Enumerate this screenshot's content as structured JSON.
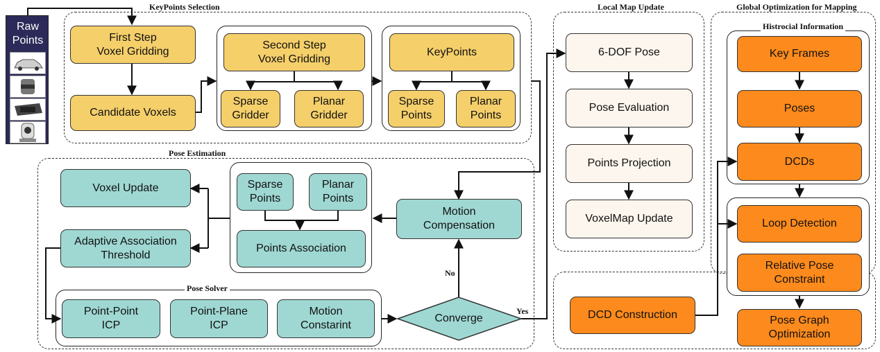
{
  "raw": {
    "label": "Raw\nPoints"
  },
  "sensors": [
    "car-sensor-icon",
    "lidar-sensor-icon",
    "solid-state-lidar-icon",
    "robot-sensor-icon"
  ],
  "sections": {
    "keypoints_selection": "KeyPoints Selection",
    "pose_estimation": "Pose Estimation",
    "pose_solver": "Pose Solver",
    "local_map_update": "Local Map Update",
    "global_optimization": "Global Optimization for Mapping",
    "historical_information": "Histrocial Information"
  },
  "nodes": {
    "first_step": "First Step\nVoxel Gridding",
    "candidate_voxels": "Candidate Voxels",
    "second_step": "Second Step\nVoxel Gridding",
    "sparse_gridder": "Sparse\nGridder",
    "planar_gridder": "Planar\nGridder",
    "keypoints": "KeyPoints",
    "sparse_points_top": "Sparse\nPoints",
    "planar_points_top": "Planar\nPoints",
    "voxel_update": "Voxel Update",
    "adaptive_threshold": "Adaptive Association\nThreshold",
    "sparse_points_mid": "Sparse\nPoints",
    "planar_points_mid": "Planar\nPoints",
    "points_association": "Points Association",
    "motion_compensation": "Motion\nCompensation",
    "point_point_icp": "Point-Point\nICP",
    "point_plane_icp": "Point-Plane\nICP",
    "motion_constraint": "Motion\nConstarint",
    "converge": "Converge",
    "six_dof_pose": "6-DOF Pose",
    "pose_evaluation": "Pose Evaluation",
    "points_projection": "Points Projection",
    "voxelmap_update": "VoxelMap Update",
    "key_frames": "Key Frames",
    "poses": "Poses",
    "dcds": "DCDs",
    "loop_detection": "Loop Detection",
    "relative_pose_constraint": "Relative Pose\nConstraint",
    "pose_graph_optimization": "Pose Graph\nOptimization",
    "dcd_construction": "DCD Construction"
  },
  "edge_labels": {
    "no": "No",
    "yes": "Yes"
  },
  "colors": {
    "keypoint_nodes": "#f5cf6a",
    "estimation_nodes": "#9fd8d3",
    "map_nodes": "#fdf6ee",
    "global_nodes": "#fd8a1c",
    "raw_panel": "#2c2a58"
  }
}
